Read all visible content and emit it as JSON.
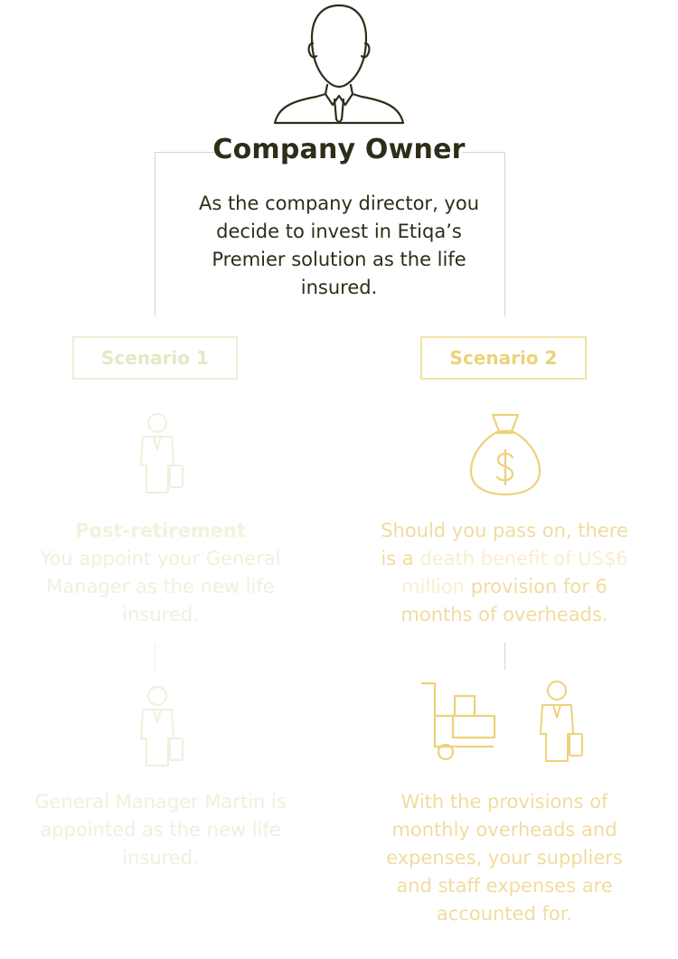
{
  "owner": {
    "title": "Company Owner",
    "description": "As the company director, you decide to invest in Etiqa’s Premier solution as the life insured."
  },
  "scenario1": {
    "label": "Scenario 1",
    "heading": "Post-retirement",
    "text": "You appoint your General Manager as the new life insured.",
    "result": "General Manager Martin is appointed as the new life insured."
  },
  "scenario2": {
    "label": "Scenario 2",
    "text_part1": "Should you pass on, there is a ",
    "highlight": "death benefit of US$6 million",
    "text_part2": " provision for 6 months of overheads.",
    "result": "With the provisions of monthly overheads and expenses, your suppliers and staff expenses are accounted for."
  },
  "colors": {
    "dark": "#2e2d1a",
    "scenario1": "#e3e9c1",
    "scenario2": "#edd278"
  },
  "icons": [
    "person-head-icon",
    "businessman-icon",
    "money-bag-icon",
    "hand-truck-icon"
  ]
}
